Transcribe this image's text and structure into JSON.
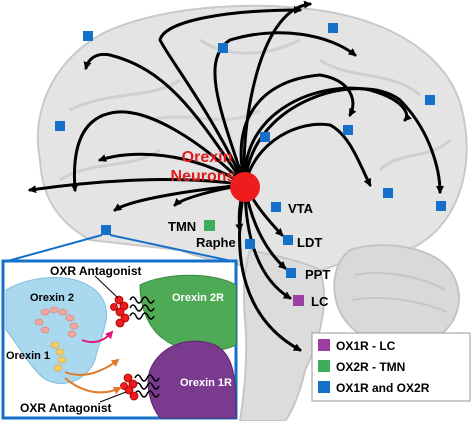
{
  "title_line1": "Orexin",
  "title_line2": "Neurons",
  "targets": {
    "tmn": "TMN",
    "raphe": "Raphe",
    "vta": "VTA",
    "ldt": "LDT",
    "ppt": "PPT",
    "lc": "LC"
  },
  "inset": {
    "antagonist_top": "OXR Antagonist",
    "antagonist_bottom": "OXR Antagonist",
    "orexin2": "Orexin 2",
    "orexin1": "Orexin 1",
    "receptor2": "Orexin 2R",
    "receptor1": "Orexin 1R"
  },
  "legend": [
    {
      "label": "OX1R - LC",
      "color": "#9b3fa3"
    },
    {
      "label": "OX2R - TMN",
      "color": "#3fae5a"
    },
    {
      "label": "OX1R and OX2R",
      "color": "#1570c9"
    }
  ],
  "colors": {
    "neuron": "#ee1c1c",
    "blue_marker": "#1570c9",
    "green_marker": "#3fae5a",
    "purple_marker": "#9b3fa3",
    "brain": "#e4e4e4",
    "inset_border": "#1570c9"
  }
}
